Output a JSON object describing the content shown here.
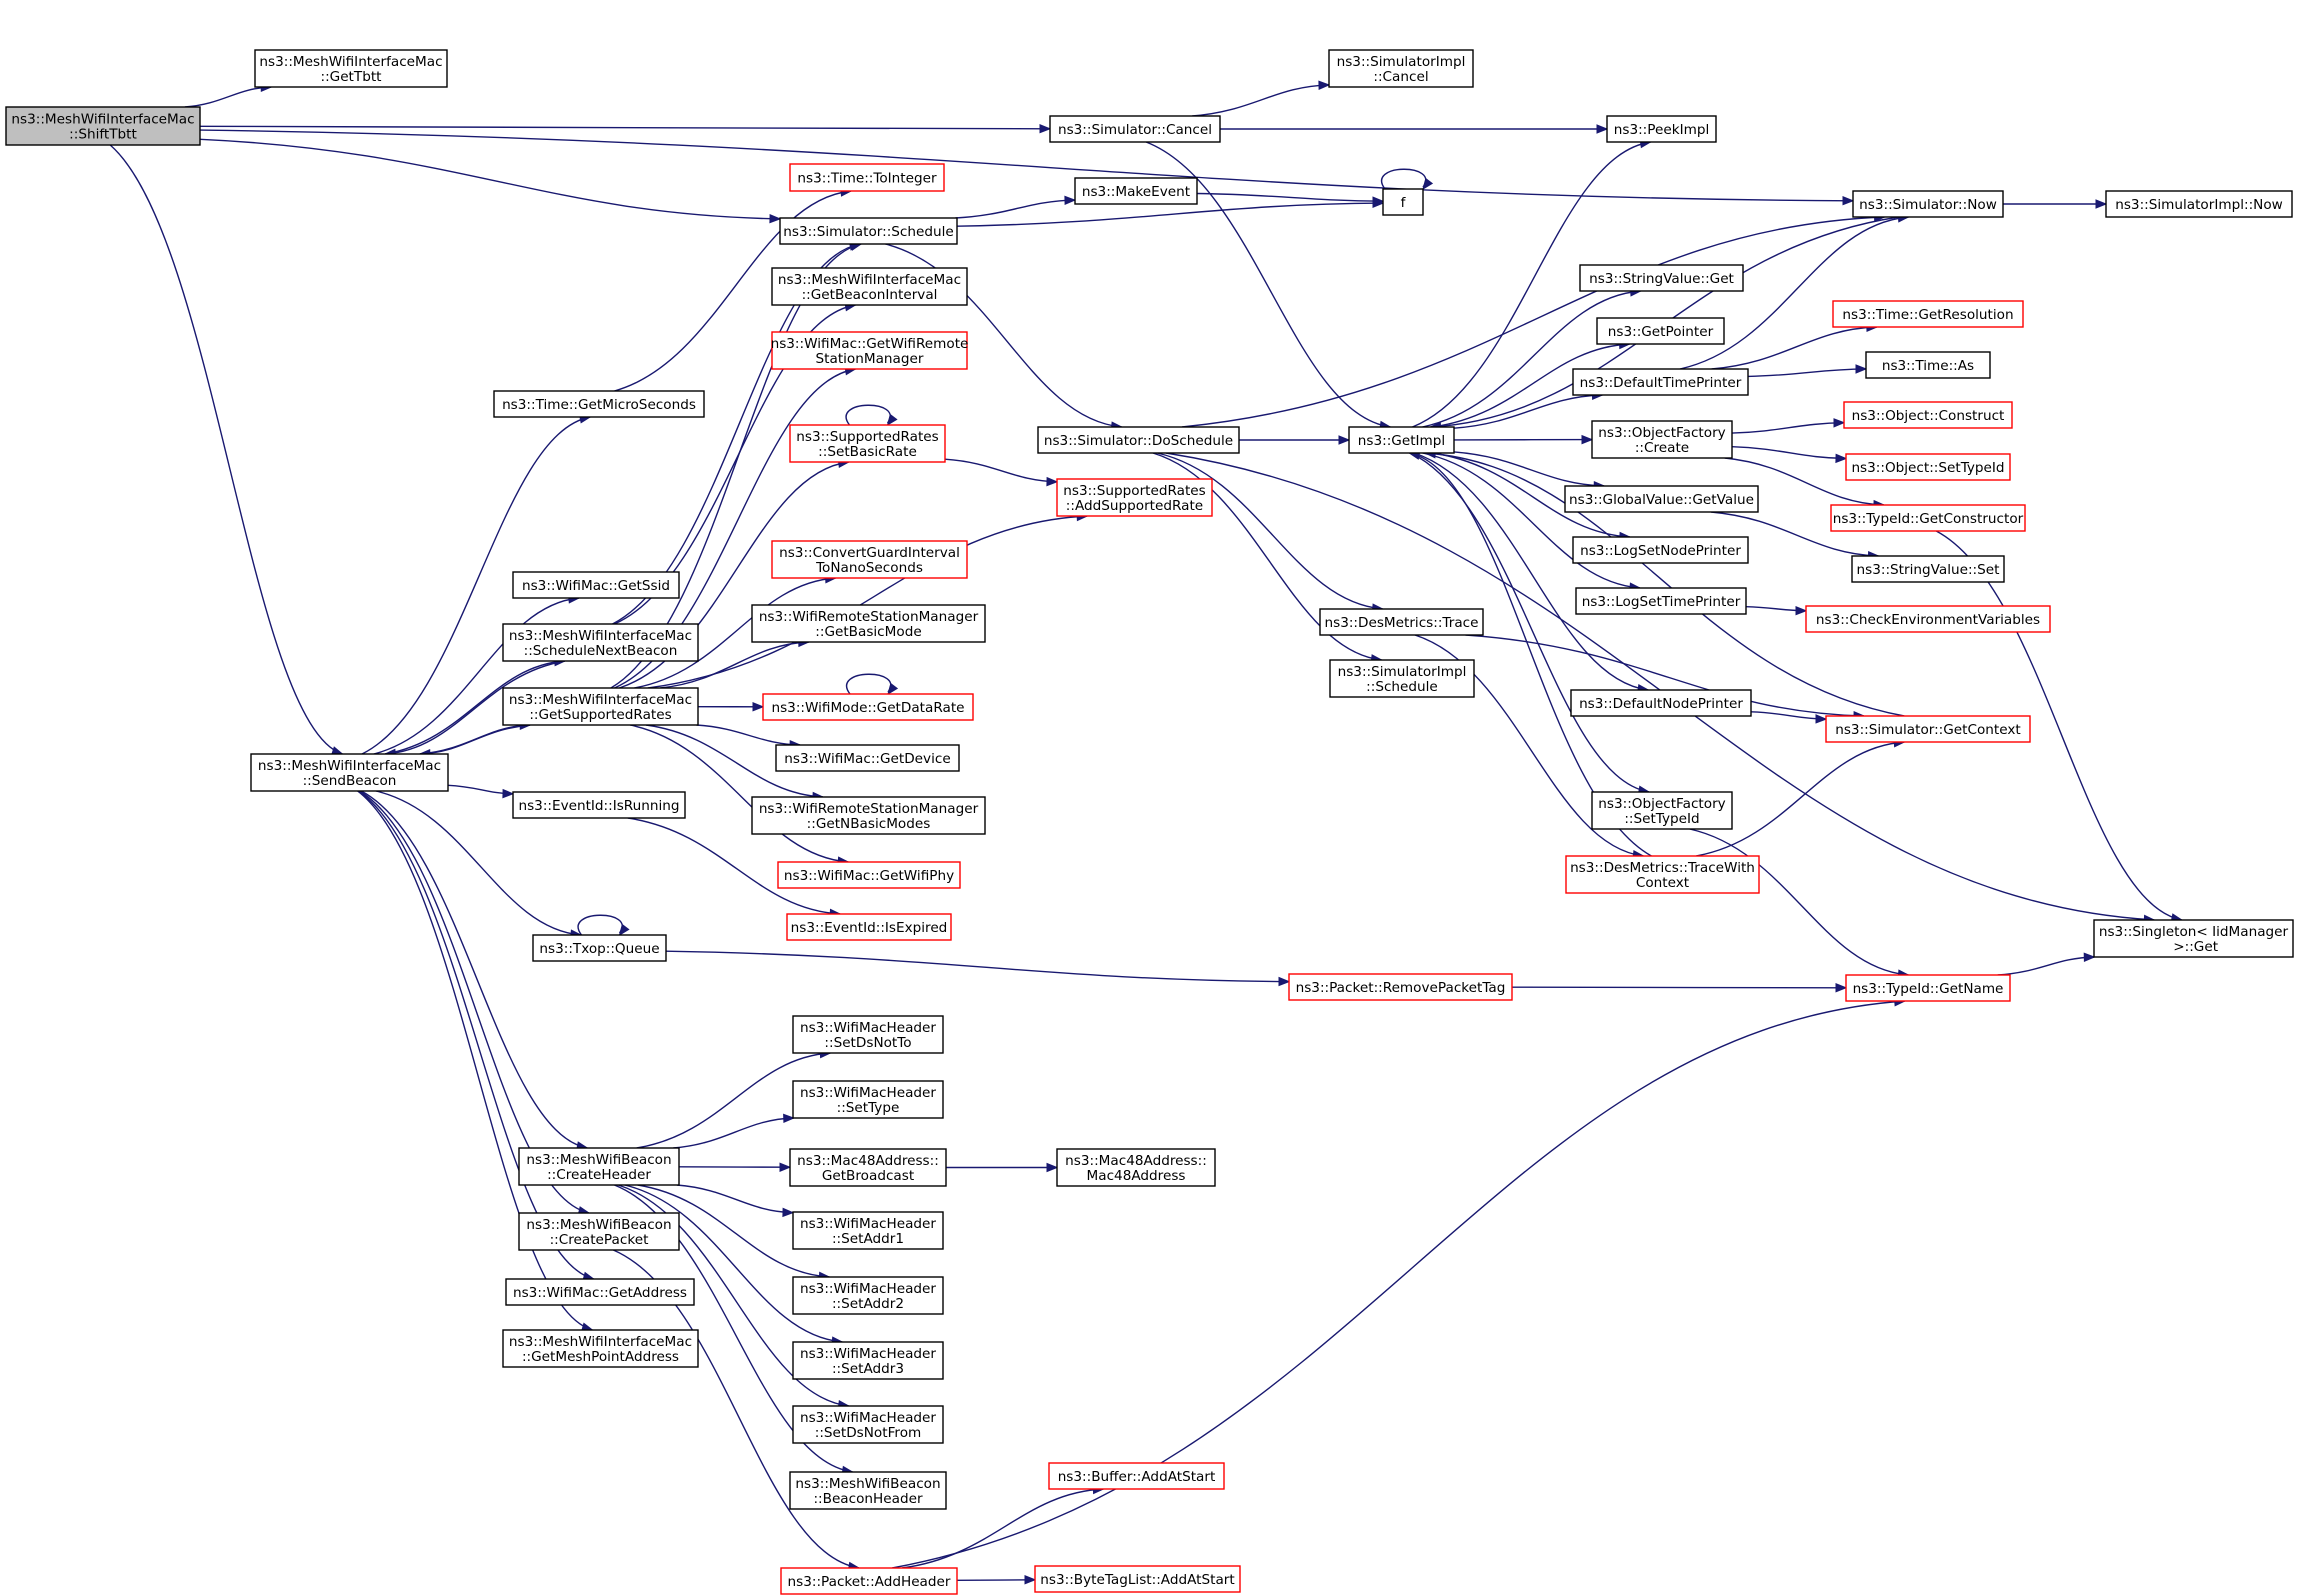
{
  "colors": {
    "edge": "#191970",
    "node_border_normal": "#000000",
    "node_border_truncated": "#ff0000",
    "node_fill": "#ffffff",
    "root_fill": "#bfbfbf"
  },
  "nodes": [
    {
      "id": "shifttbtt",
      "lines": [
        "ns3::MeshWifiInterfaceMac",
        "::ShiftTbtt"
      ],
      "style": "root"
    },
    {
      "id": "gettbtt",
      "lines": [
        "ns3::MeshWifiInterfaceMac",
        "::GetTbtt"
      ],
      "style": "normal"
    },
    {
      "id": "sendbeacon",
      "lines": [
        "ns3::MeshWifiInterfaceMac",
        "::SendBeacon"
      ],
      "style": "normal"
    },
    {
      "id": "getmicroseconds",
      "lines": [
        "ns3::Time::GetMicroSeconds"
      ],
      "style": "normal"
    },
    {
      "id": "getssid",
      "lines": [
        "ns3::WifiMac::GetSsid"
      ],
      "style": "normal"
    },
    {
      "id": "schedulenextbeacon",
      "lines": [
        "ns3::MeshWifiInterfaceMac",
        "::ScheduleNextBeacon"
      ],
      "style": "normal"
    },
    {
      "id": "getsupportedrates",
      "lines": [
        "ns3::MeshWifiInterfaceMac",
        "::GetSupportedRates"
      ],
      "style": "normal"
    },
    {
      "id": "isrunning",
      "lines": [
        "ns3::EventId::IsRunning"
      ],
      "style": "normal"
    },
    {
      "id": "txopqueue",
      "lines": [
        "ns3::Txop::Queue"
      ],
      "style": "normal"
    },
    {
      "id": "createheader",
      "lines": [
        "ns3::MeshWifiBeacon",
        "::CreateHeader"
      ],
      "style": "normal"
    },
    {
      "id": "createpacket",
      "lines": [
        "ns3::MeshWifiBeacon",
        "::CreatePacket"
      ],
      "style": "normal"
    },
    {
      "id": "getaddress",
      "lines": [
        "ns3::WifiMac::GetAddress"
      ],
      "style": "normal"
    },
    {
      "id": "getmeshpointaddress",
      "lines": [
        "ns3::MeshWifiInterfaceMac",
        "::GetMeshPointAddress"
      ],
      "style": "normal"
    },
    {
      "id": "tointeger",
      "lines": [
        "ns3::Time::ToInteger"
      ],
      "style": "truncated"
    },
    {
      "id": "simschedule",
      "lines": [
        "ns3::Simulator::Schedule"
      ],
      "style": "normal"
    },
    {
      "id": "getbeaconinterval",
      "lines": [
        "ns3::MeshWifiInterfaceMac",
        "::GetBeaconInterval"
      ],
      "style": "normal"
    },
    {
      "id": "getwifiremotestationmanager",
      "lines": [
        "ns3::WifiMac::GetWifiRemote",
        "StationManager"
      ],
      "style": "truncated"
    },
    {
      "id": "setbasicrate",
      "lines": [
        "ns3::SupportedRates",
        "::SetBasicRate"
      ],
      "style": "truncated"
    },
    {
      "id": "convertguardinterval",
      "lines": [
        "ns3::ConvertGuardInterval",
        "ToNanoSeconds"
      ],
      "style": "truncated"
    },
    {
      "id": "getbasicmode",
      "lines": [
        "ns3::WifiRemoteStationManager",
        "::GetBasicMode"
      ],
      "style": "normal"
    },
    {
      "id": "getdatarate",
      "lines": [
        "ns3::WifiMode::GetDataRate"
      ],
      "style": "truncated"
    },
    {
      "id": "getdevice",
      "lines": [
        "ns3::WifiMac::GetDevice"
      ],
      "style": "normal"
    },
    {
      "id": "getnbasicmodes",
      "lines": [
        "ns3::WifiRemoteStationManager",
        "::GetNBasicModes"
      ],
      "style": "normal"
    },
    {
      "id": "getwifiphy",
      "lines": [
        "ns3::WifiMac::GetWifiPhy"
      ],
      "style": "truncated"
    },
    {
      "id": "isexpired",
      "lines": [
        "ns3::EventId::IsExpired"
      ],
      "style": "truncated"
    },
    {
      "id": "setdsnotto",
      "lines": [
        "ns3::WifiMacHeader",
        "::SetDsNotTo"
      ],
      "style": "normal"
    },
    {
      "id": "settype",
      "lines": [
        "ns3::WifiMacHeader",
        "::SetType"
      ],
      "style": "normal"
    },
    {
      "id": "getbroadcast",
      "lines": [
        "ns3::Mac48Address::",
        "GetBroadcast"
      ],
      "style": "normal"
    },
    {
      "id": "setaddr1",
      "lines": [
        "ns3::WifiMacHeader",
        "::SetAddr1"
      ],
      "style": "normal"
    },
    {
      "id": "setaddr2",
      "lines": [
        "ns3::WifiMacHeader",
        "::SetAddr2"
      ],
      "style": "normal"
    },
    {
      "id": "setaddr3",
      "lines": [
        "ns3::WifiMacHeader",
        "::SetAddr3"
      ],
      "style": "normal"
    },
    {
      "id": "setdsnotfrom",
      "lines": [
        "ns3::WifiMacHeader",
        "::SetDsNotFrom"
      ],
      "style": "normal"
    },
    {
      "id": "beaconheader",
      "lines": [
        "ns3::MeshWifiBeacon",
        "::BeaconHeader"
      ],
      "style": "normal"
    },
    {
      "id": "addheader",
      "lines": [
        "ns3::Packet::AddHeader"
      ],
      "style": "truncated"
    },
    {
      "id": "mac48address",
      "lines": [
        "ns3::Mac48Address::",
        "Mac48Address"
      ],
      "style": "normal"
    },
    {
      "id": "simcancel",
      "lines": [
        "ns3::Simulator::Cancel"
      ],
      "style": "normal"
    },
    {
      "id": "makeevent",
      "lines": [
        "ns3::MakeEvent"
      ],
      "style": "normal"
    },
    {
      "id": "doschedule",
      "lines": [
        "ns3::Simulator::DoSchedule"
      ],
      "style": "normal"
    },
    {
      "id": "addsupportedrate",
      "lines": [
        "ns3::SupportedRates",
        "::AddSupportedRate"
      ],
      "style": "truncated"
    },
    {
      "id": "removepackettag",
      "lines": [
        "ns3::Packet::RemovePacketTag"
      ],
      "style": "truncated"
    },
    {
      "id": "bufferaddatstart",
      "lines": [
        "ns3::Buffer::AddAtStart"
      ],
      "style": "truncated"
    },
    {
      "id": "bytetaglistaddatstart",
      "lines": [
        "ns3::ByteTagList::AddAtStart"
      ],
      "style": "truncated"
    },
    {
      "id": "simimplcancel",
      "lines": [
        "ns3::SimulatorImpl",
        "::Cancel"
      ],
      "style": "normal"
    },
    {
      "id": "f",
      "lines": [
        "f"
      ],
      "style": "normal"
    },
    {
      "id": "getimpl",
      "lines": [
        "ns3::GetImpl"
      ],
      "style": "normal"
    },
    {
      "id": "desmetricstrace",
      "lines": [
        "ns3::DesMetrics::Trace"
      ],
      "style": "normal"
    },
    {
      "id": "simimplschedule",
      "lines": [
        "ns3::SimulatorImpl",
        "::Schedule"
      ],
      "style": "normal"
    },
    {
      "id": "peekimpl",
      "lines": [
        "ns3::PeekImpl"
      ],
      "style": "normal"
    },
    {
      "id": "stringvalueget",
      "lines": [
        "ns3::StringValue::Get"
      ],
      "style": "normal"
    },
    {
      "id": "getpointer",
      "lines": [
        "ns3::GetPointer"
      ],
      "style": "normal"
    },
    {
      "id": "defaulttimeprinter",
      "lines": [
        "ns3::DefaultTimePrinter"
      ],
      "style": "normal"
    },
    {
      "id": "objectfactorycreate",
      "lines": [
        "ns3::ObjectFactory",
        "::Create"
      ],
      "style": "normal"
    },
    {
      "id": "globalvaluegetvalue",
      "lines": [
        "ns3::GlobalValue::GetValue"
      ],
      "style": "normal"
    },
    {
      "id": "logsetnodeprinter",
      "lines": [
        "ns3::LogSetNodePrinter"
      ],
      "style": "normal"
    },
    {
      "id": "logsettimeprinter",
      "lines": [
        "ns3::LogSetTimePrinter"
      ],
      "style": "normal"
    },
    {
      "id": "defaultnodeprinter",
      "lines": [
        "ns3::DefaultNodePrinter"
      ],
      "style": "normal"
    },
    {
      "id": "objectfactorysettypeid",
      "lines": [
        "ns3::ObjectFactory",
        "::SetTypeId"
      ],
      "style": "normal"
    },
    {
      "id": "tracewithcontext",
      "lines": [
        "ns3::DesMetrics::TraceWith",
        "Context"
      ],
      "style": "truncated"
    },
    {
      "id": "simnow",
      "lines": [
        "ns3::Simulator::Now"
      ],
      "style": "normal"
    },
    {
      "id": "getresolution",
      "lines": [
        "ns3::Time::GetResolution"
      ],
      "style": "truncated"
    },
    {
      "id": "timeas",
      "lines": [
        "ns3::Time::As"
      ],
      "style": "normal"
    },
    {
      "id": "objectconstruct",
      "lines": [
        "ns3::Object::Construct"
      ],
      "style": "truncated"
    },
    {
      "id": "objectsettypeid",
      "lines": [
        "ns3::Object::SetTypeId"
      ],
      "style": "truncated"
    },
    {
      "id": "getconstructor",
      "lines": [
        "ns3::TypeId::GetConstructor"
      ],
      "style": "truncated"
    },
    {
      "id": "stringvalueset",
      "lines": [
        "ns3::StringValue::Set"
      ],
      "style": "normal"
    },
    {
      "id": "checkenvvars",
      "lines": [
        "ns3::CheckEnvironmentVariables"
      ],
      "style": "truncated"
    },
    {
      "id": "getcontext",
      "lines": [
        "ns3::Simulator::GetContext"
      ],
      "style": "truncated"
    },
    {
      "id": "typeidgetname",
      "lines": [
        "ns3::TypeId::GetName"
      ],
      "style": "truncated"
    },
    {
      "id": "simimplnow",
      "lines": [
        "ns3::SimulatorImpl::Now"
      ],
      "style": "normal"
    },
    {
      "id": "singletonget",
      "lines": [
        "ns3::Singleton< IidManager",
        " >::Get"
      ],
      "style": "normal"
    }
  ],
  "edges": [
    [
      "shifttbtt",
      "gettbtt"
    ],
    [
      "shifttbtt",
      "simcancel"
    ],
    [
      "shifttbtt",
      "simschedule"
    ],
    [
      "shifttbtt",
      "sendbeacon"
    ],
    [
      "shifttbtt",
      "simnow"
    ],
    [
      "sendbeacon",
      "getmicroseconds"
    ],
    [
      "sendbeacon",
      "getssid"
    ],
    [
      "sendbeacon",
      "schedulenextbeacon"
    ],
    [
      "sendbeacon",
      "getsupportedrates"
    ],
    [
      "sendbeacon",
      "isrunning"
    ],
    [
      "sendbeacon",
      "txopqueue"
    ],
    [
      "sendbeacon",
      "createheader"
    ],
    [
      "sendbeacon",
      "createpacket"
    ],
    [
      "sendbeacon",
      "getaddress"
    ],
    [
      "sendbeacon",
      "getmeshpointaddress"
    ],
    [
      "getmicroseconds",
      "tointeger"
    ],
    [
      "schedulenextbeacon",
      "simschedule"
    ],
    [
      "schedulenextbeacon",
      "sendbeacon"
    ],
    [
      "schedulenextbeacon",
      "getbeaconinterval"
    ],
    [
      "getsupportedrates",
      "sendbeacon"
    ],
    [
      "getsupportedrates",
      "simschedule"
    ],
    [
      "getsupportedrates",
      "getwifiremotestationmanager"
    ],
    [
      "getsupportedrates",
      "setbasicrate"
    ],
    [
      "getsupportedrates",
      "addsupportedrate"
    ],
    [
      "getsupportedrates",
      "convertguardinterval"
    ],
    [
      "getsupportedrates",
      "getbasicmode"
    ],
    [
      "getsupportedrates",
      "getdatarate"
    ],
    [
      "getsupportedrates",
      "getdevice"
    ],
    [
      "getsupportedrates",
      "getnbasicmodes"
    ],
    [
      "getsupportedrates",
      "getwifiphy"
    ],
    [
      "isrunning",
      "isexpired"
    ],
    [
      "txopqueue",
      "txopqueue"
    ],
    [
      "txopqueue",
      "removepackettag"
    ],
    [
      "createheader",
      "setdsnotto"
    ],
    [
      "createheader",
      "settype"
    ],
    [
      "createheader",
      "getbroadcast"
    ],
    [
      "createheader",
      "setaddr1"
    ],
    [
      "createheader",
      "setaddr2"
    ],
    [
      "createheader",
      "setaddr3"
    ],
    [
      "createheader",
      "setdsnotfrom"
    ],
    [
      "createheader",
      "beaconheader"
    ],
    [
      "createpacket",
      "addheader"
    ],
    [
      "getbroadcast",
      "mac48address"
    ],
    [
      "setbasicrate",
      "setbasicrate"
    ],
    [
      "setbasicrate",
      "addsupportedrate"
    ],
    [
      "getdatarate",
      "getdatarate"
    ],
    [
      "simschedule",
      "makeevent"
    ],
    [
      "simschedule",
      "f"
    ],
    [
      "simschedule",
      "doschedule"
    ],
    [
      "makeevent",
      "f"
    ],
    [
      "f",
      "f"
    ],
    [
      "simcancel",
      "simimplcancel"
    ],
    [
      "simcancel",
      "peekimpl"
    ],
    [
      "simcancel",
      "getimpl"
    ],
    [
      "doschedule",
      "simnow"
    ],
    [
      "doschedule",
      "getimpl"
    ],
    [
      "doschedule",
      "desmetricstrace"
    ],
    [
      "doschedule",
      "simimplschedule"
    ],
    [
      "doschedule",
      "singletonget"
    ],
    [
      "desmetricstrace",
      "tracewithcontext"
    ],
    [
      "desmetricstrace",
      "getcontext"
    ],
    [
      "addheader",
      "bufferaddatstart"
    ],
    [
      "addheader",
      "bytetaglistaddatstart"
    ],
    [
      "addheader",
      "typeidgetname"
    ],
    [
      "removepackettag",
      "typeidgetname"
    ],
    [
      "getimpl",
      "peekimpl"
    ],
    [
      "getimpl",
      "stringvalueget"
    ],
    [
      "getimpl",
      "getpointer"
    ],
    [
      "getimpl",
      "defaulttimeprinter"
    ],
    [
      "getimpl",
      "objectfactorycreate"
    ],
    [
      "getimpl",
      "globalvaluegetvalue"
    ],
    [
      "getimpl",
      "logsetnodeprinter"
    ],
    [
      "getimpl",
      "logsettimeprinter"
    ],
    [
      "getimpl",
      "defaultnodeprinter"
    ],
    [
      "getimpl",
      "objectfactorysettypeid"
    ],
    [
      "defaulttimeprinter",
      "simnow"
    ],
    [
      "defaulttimeprinter",
      "getresolution"
    ],
    [
      "defaulttimeprinter",
      "timeas"
    ],
    [
      "objectfactorycreate",
      "objectconstruct"
    ],
    [
      "objectfactorycreate",
      "objectsettypeid"
    ],
    [
      "objectfactorycreate",
      "getconstructor"
    ],
    [
      "globalvaluegetvalue",
      "stringvalueset"
    ],
    [
      "logsettimeprinter",
      "checkenvvars"
    ],
    [
      "defaultnodeprinter",
      "getcontext"
    ],
    [
      "getcontext",
      "getimpl"
    ],
    [
      "tracewithcontext",
      "getimpl"
    ],
    [
      "tracewithcontext",
      "getcontext"
    ],
    [
      "objectfactorysettypeid",
      "typeidgetname"
    ],
    [
      "getconstructor",
      "singletonget"
    ],
    [
      "typeidgetname",
      "singletonget"
    ],
    [
      "simnow",
      "simimplnow"
    ],
    [
      "simnow",
      "getimpl"
    ]
  ]
}
